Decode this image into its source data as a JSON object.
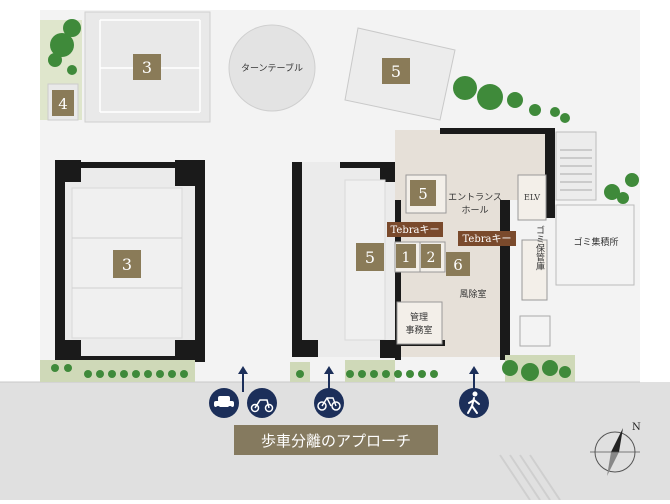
{
  "site_plan": {
    "turntable_label": "ターンテーブル",
    "zones": [
      {
        "id": "a",
        "label": "3",
        "kind": "parking"
      },
      {
        "id": "b",
        "label": "4",
        "kind": "parking"
      },
      {
        "id": "c",
        "label": "5",
        "kind": "parking"
      },
      {
        "id": "d",
        "label": "3",
        "kind": "parking"
      },
      {
        "id": "e",
        "label": "5",
        "kind": "parking"
      },
      {
        "id": "f",
        "label": "5",
        "kind": "parking"
      },
      {
        "id": "g",
        "label": "1",
        "kind": "room"
      },
      {
        "id": "h",
        "label": "2",
        "kind": "room"
      },
      {
        "id": "i",
        "label": "6",
        "kind": "room"
      }
    ],
    "rooms": {
      "entrance_hall": [
        "エントランス",
        "ホール"
      ],
      "elv": "ELV",
      "wind_room": "風除室",
      "office": [
        "管理",
        "事務室"
      ],
      "garbage_storage": "ゴミ保管庫",
      "garbage_collection": "ゴミ集積所"
    },
    "tebra_labels": [
      "Tebraキー",
      "Tebraキー"
    ],
    "approach_banner": "歩車分離のアプローチ",
    "compass": {
      "north": "N"
    },
    "access_icons": [
      {
        "id": "car",
        "name": "car-icon"
      },
      {
        "id": "bike",
        "name": "motorbike-icon"
      },
      {
        "id": "bicycle",
        "name": "bicycle-icon"
      },
      {
        "id": "pedestrian",
        "name": "pedestrian-icon"
      }
    ]
  },
  "colors": {
    "plot_bg": "#f3f3f3",
    "building_light": "#e8e8e8",
    "interior": "#e6e0d8",
    "road": "#dcdcdc",
    "wall": "#1a1a1a",
    "badge": "#8a7b58",
    "tebra": "#7a4a2c",
    "banner": "#857a5f",
    "tree": "#3f8a3a",
    "hedge": "#cfd9b8",
    "icon_circle": "#1c2f5a"
  }
}
